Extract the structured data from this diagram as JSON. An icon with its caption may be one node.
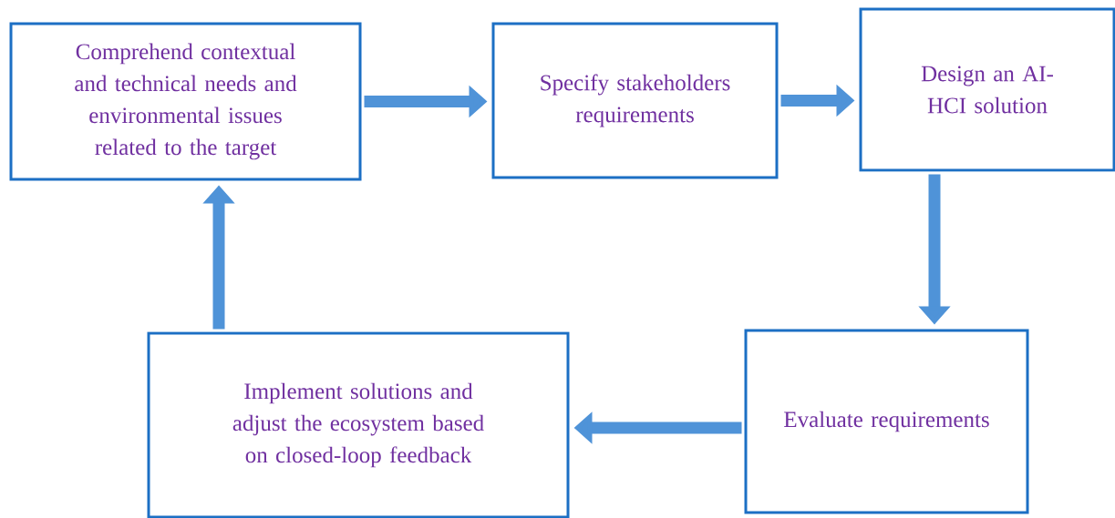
{
  "diagram": {
    "nodes": [
      {
        "text": [
          "Comprehend contextual and technical needs and environmental issues related to the target"
        ]
      },
      {
        "text": [
          "Specify stakeholders requirements"
        ]
      },
      {
        "text": [
          "Design an AI-HCI solution"
        ]
      },
      {
        "text": [
          "Evaluate requirements"
        ]
      },
      {
        "text": [
          "Implement solutions and adjust the ecosystem based on closed-loop feedback"
        ]
      }
    ],
    "edges": [
      {
        "from": 0,
        "to": 1,
        "arrow": "to"
      },
      {
        "from": 1,
        "to": 2,
        "arrow": "to"
      },
      {
        "from": 2,
        "to": 3,
        "arrow": "to"
      },
      {
        "from": 3,
        "to": 4,
        "arrow": "to"
      },
      {
        "from": 4,
        "to": 0,
        "arrow": "to"
      }
    ]
  }
}
